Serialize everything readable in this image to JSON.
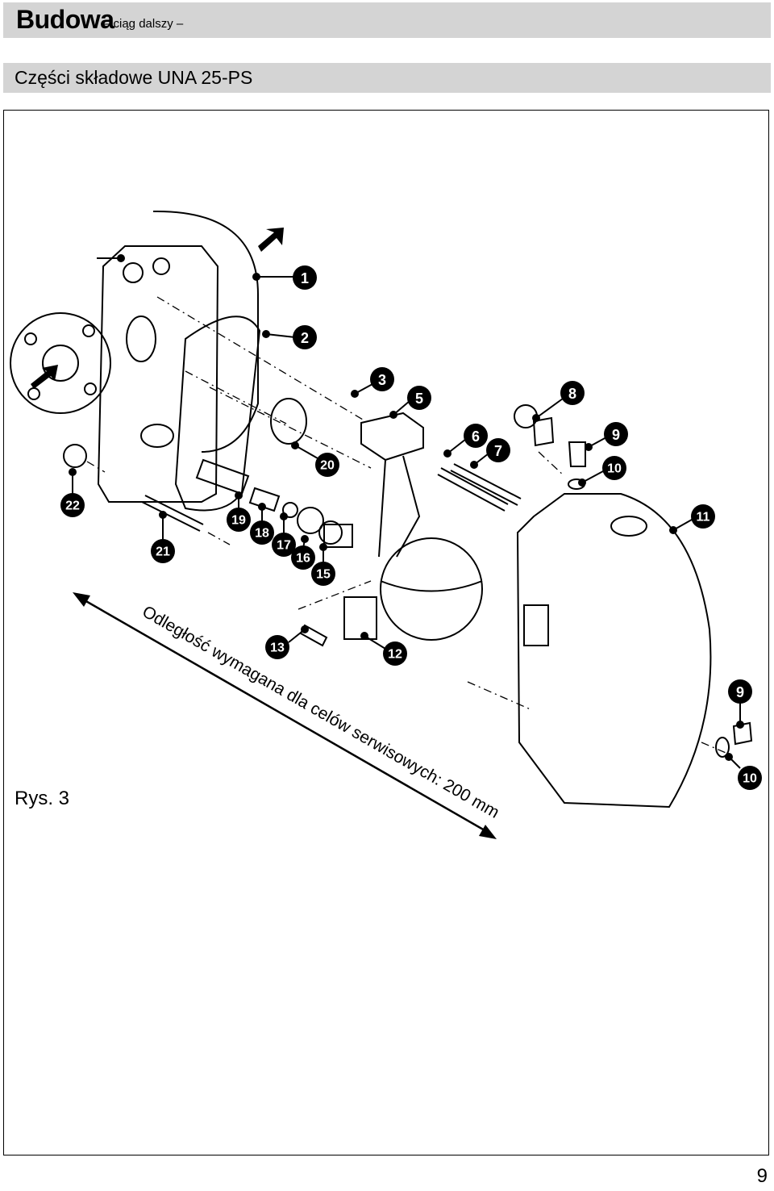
{
  "header": {
    "title": "Budowa",
    "continued": "– ciąg dalszy –"
  },
  "subheader": {
    "title": "Części składowe UNA 25-PS"
  },
  "figure": {
    "label": "Rys. 3",
    "distance_note": "Odległość wymagana dla celów serwisowych: 200 mm",
    "parts": [
      "1",
      "2",
      "3",
      "5",
      "6",
      "7",
      "8",
      "9",
      "10",
      "11",
      "12",
      "13",
      "15",
      "16",
      "17",
      "18",
      "19",
      "20",
      "21",
      "22",
      "9",
      "10"
    ]
  },
  "page": {
    "number": "9"
  }
}
